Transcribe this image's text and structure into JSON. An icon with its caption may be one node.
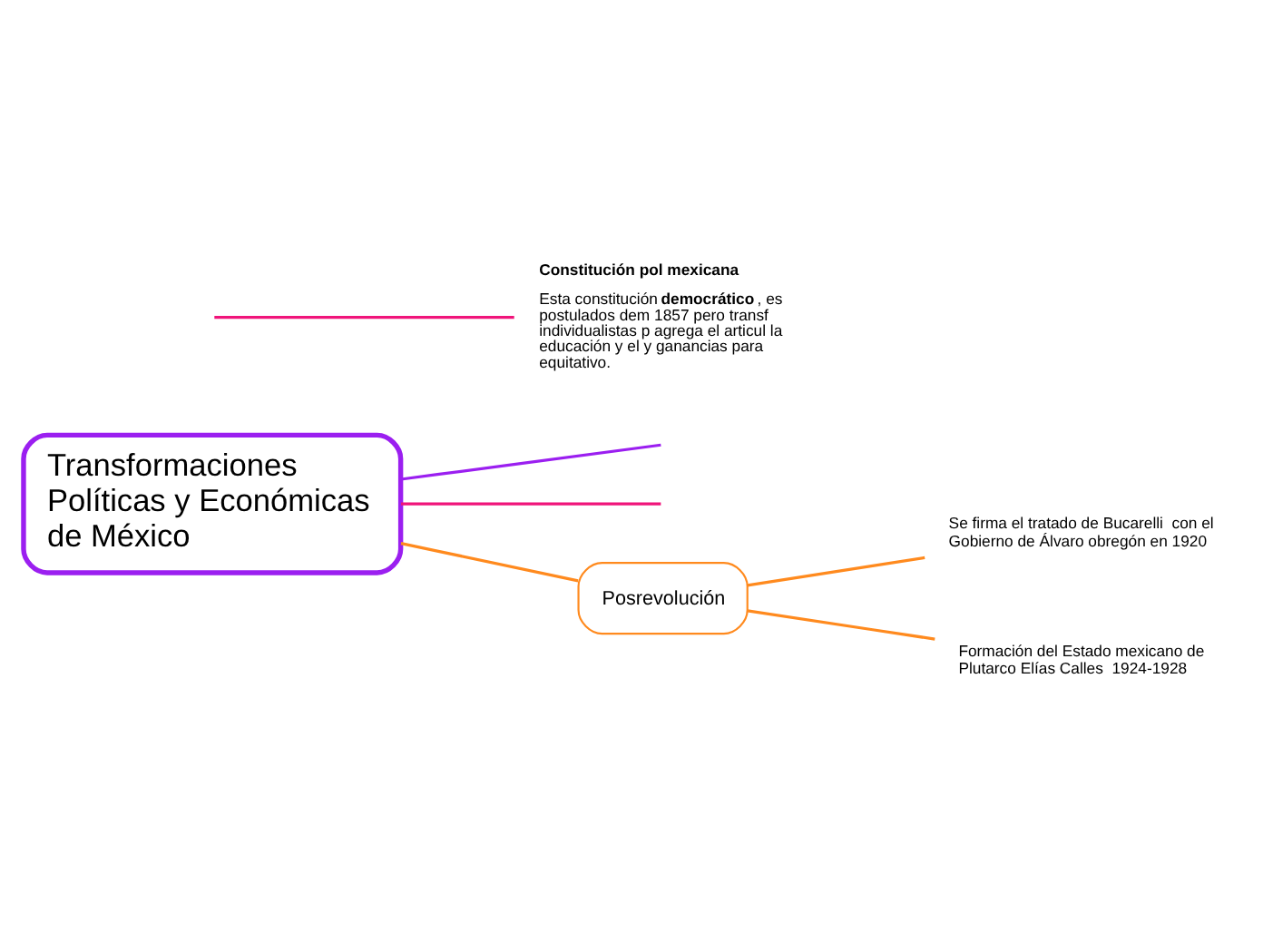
{
  "diagram": {
    "nodes": [
      {
        "text": [
          "Transformaciones Políticas y Económicas de México"
        ]
      },
      {
        "text": [
          "Posrevolución"
        ]
      },
      {
        "text": [
          "Se firma el tratado de Bucarelli  con el Gobierno de Álvaro obregón en 1920"
        ]
      },
      {
        "text": [
          "Formación del Estado mexicano de Plutarco Elías Calles  1924-1928"
        ]
      },
      {
        "text": [
          "Constitución pol mexicana",
          "Esta constitución **democrático** , es postulados dem 1857 pero transf individualistas p agrega el articul la educación y el y ganancias para equitativo."
        ]
      }
    ],
    "edges": [
      {
        "from": 0,
        "to": null,
        "arrow": "none",
        "color": "#9b1ff0"
      },
      {
        "from": 0,
        "to": null,
        "arrow": "none",
        "color": "#f0147a"
      },
      {
        "from": null,
        "to": 4,
        "arrow": "none",
        "color": "#f0147a"
      },
      {
        "from": 0,
        "to": 1,
        "arrow": "none"
      },
      {
        "from": 1,
        "to": 2,
        "arrow": "none"
      },
      {
        "from": 1,
        "to": 3,
        "arrow": "none"
      }
    ]
  }
}
